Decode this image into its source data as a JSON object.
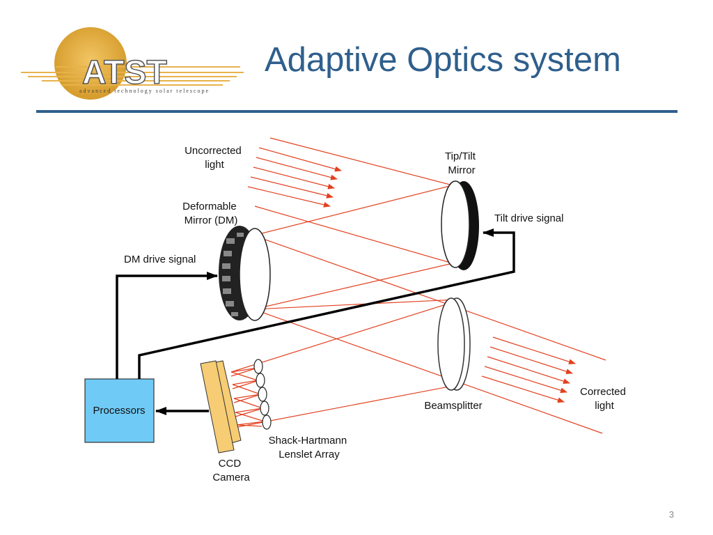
{
  "slide": {
    "title": "Adaptive Optics system",
    "page_number": "3"
  },
  "logo": {
    "wordmark": "ATST",
    "tagline": "advanced technology solar telescope"
  },
  "labels": {
    "uncorrected_light": [
      "Uncorrected",
      "light"
    ],
    "deformable_mirror": [
      "Deformable",
      "Mirror (DM)"
    ],
    "dm_drive_signal": "DM drive signal",
    "tip_tilt_mirror": [
      "Tip/Tilt",
      "Mirror"
    ],
    "tilt_drive_signal": "Tilt drive signal",
    "beamsplitter": "Beamsplitter",
    "corrected_light": [
      "Corrected",
      "light"
    ],
    "processors": "Processors",
    "shack_hartmann": [
      "Shack-Hartmann",
      "Lenslet Array"
    ],
    "ccd_camera": [
      "CCD",
      "Camera"
    ]
  },
  "colors": {
    "title": "#2f5f8c",
    "light_rays": "#e2401f",
    "processors_box": "#6fcaf5",
    "ccd_camera": "#f6cc74",
    "signal_lines": "#000000"
  }
}
